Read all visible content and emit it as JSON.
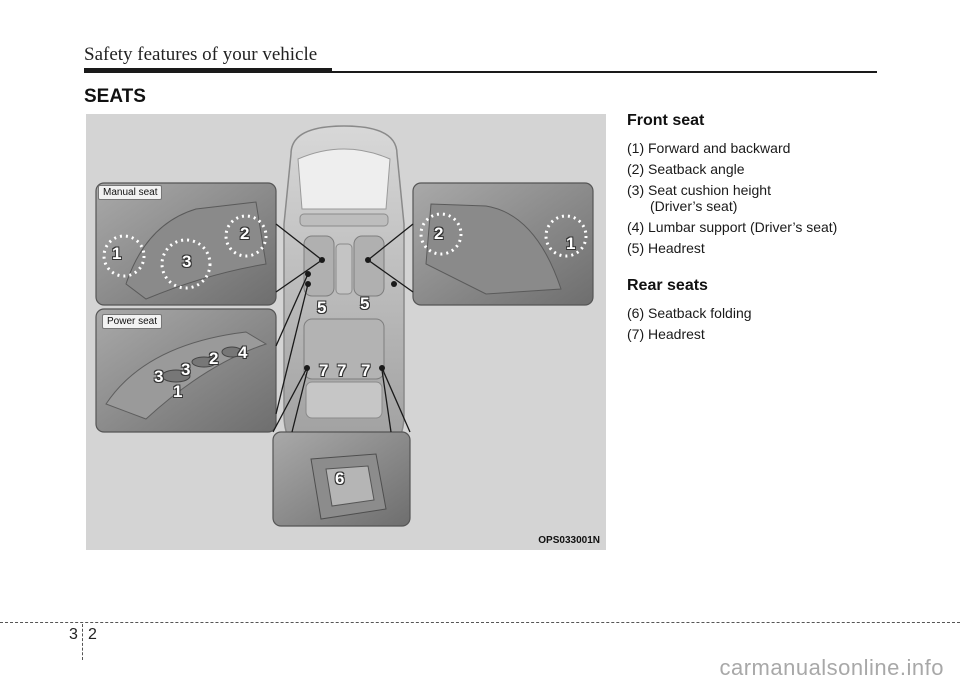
{
  "header": {
    "title": "Safety features of your vehicle"
  },
  "section": {
    "title": "SEATS"
  },
  "figure": {
    "code": "OPS033001N",
    "manual_label": "Manual seat",
    "power_label": "Power seat",
    "callouts": {
      "manual_1": "1",
      "manual_2": "2",
      "manual_3": "3",
      "right_2": "2",
      "right_1": "1",
      "power_3a": "3",
      "power_3b": "3",
      "power_2": "2",
      "power_4": "4",
      "power_1": "1",
      "headrest_5a": "5",
      "headrest_5b": "5",
      "rear_7a": "7",
      "rear_7b": "7",
      "rear_7c": "7",
      "fold_6": "6"
    }
  },
  "front_seat": {
    "heading": "Front seat",
    "items": [
      {
        "line1": "(1) Forward and backward",
        "line2": ""
      },
      {
        "line1": "(2) Seatback angle",
        "line2": ""
      },
      {
        "line1": "(3) Seat cushion height",
        "line2": "(Driver’s seat)"
      },
      {
        "line1": "(4) Lumbar support (Driver’s seat)",
        "line2": ""
      },
      {
        "line1": "(5) Headrest",
        "line2": ""
      }
    ]
  },
  "rear_seats": {
    "heading": "Rear seats",
    "items": [
      {
        "line1": "(6) Seatback folding"
      },
      {
        "line1": "(7) Headrest"
      }
    ]
  },
  "footer": {
    "page_section": "3",
    "page_number": "2"
  },
  "watermark": "carmanualsonline.info"
}
